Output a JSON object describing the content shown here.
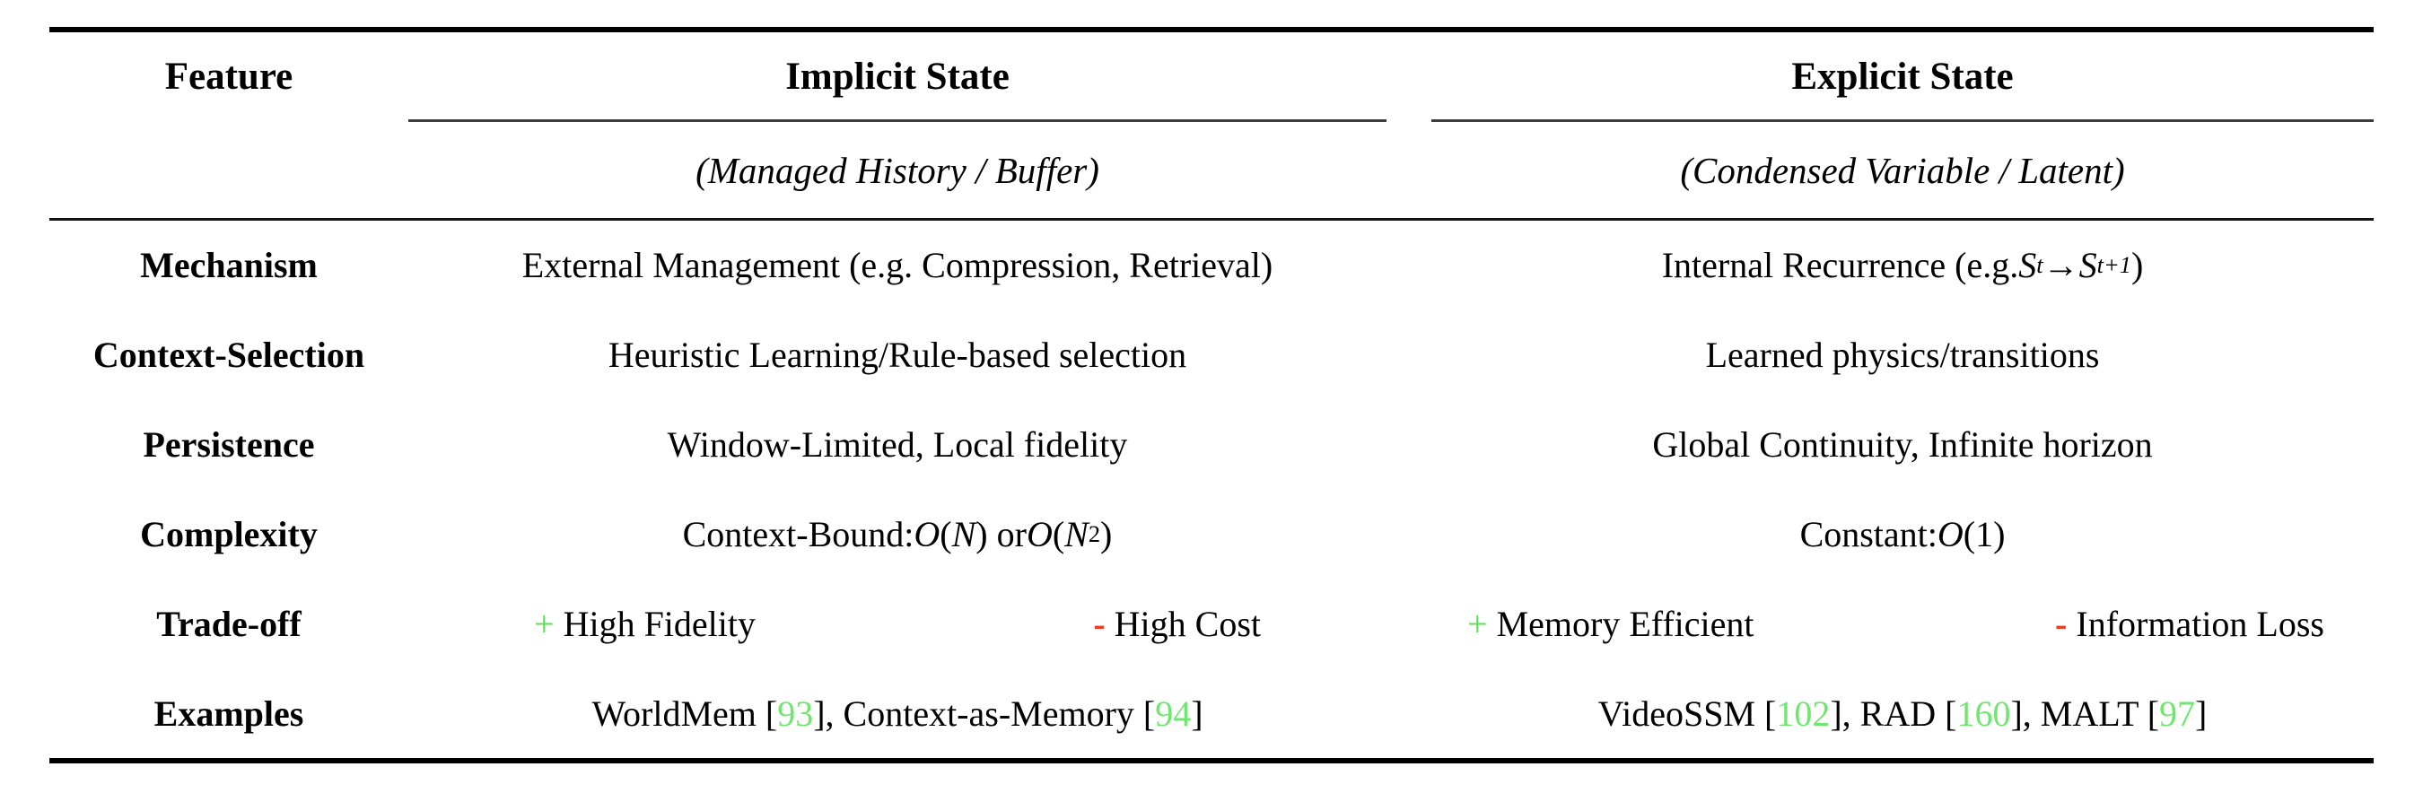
{
  "colors": {
    "plus_green": "#55e055",
    "minus_red": "#ee3b26",
    "cite_green": "#70e670"
  },
  "table": {
    "feature_header": "Feature",
    "groups": [
      {
        "title": "Implicit State",
        "subtitle": "(Managed History / Buffer)"
      },
      {
        "title": "Explicit State",
        "subtitle": "(Condensed Variable / Latent)"
      }
    ],
    "rows": [
      {
        "feature": "Mechanism",
        "implicit": [
          {
            "t": "text",
            "v": "External Management (e.g. Compression, Retrieval)"
          }
        ],
        "explicit": [
          {
            "t": "text",
            "v": "Internal Recurrence (e.g. "
          },
          {
            "t": "var",
            "v": "S"
          },
          {
            "t": "sub",
            "v": "t"
          },
          {
            "t": "text",
            "v": " → "
          },
          {
            "t": "var",
            "v": "S"
          },
          {
            "t": "sub",
            "v": "t+1"
          },
          {
            "t": "text",
            "v": ")"
          }
        ]
      },
      {
        "feature": "Context-Selection",
        "implicit": [
          {
            "t": "text",
            "v": "Heuristic Learning/Rule-based selection"
          }
        ],
        "explicit": [
          {
            "t": "text",
            "v": "Learned physics/transitions"
          }
        ]
      },
      {
        "feature": "Persistence",
        "implicit": [
          {
            "t": "text",
            "v": "Window-Limited, Local fidelity"
          }
        ],
        "explicit": [
          {
            "t": "text",
            "v": "Global Continuity, Infinite horizon"
          }
        ]
      },
      {
        "feature": "Complexity",
        "implicit": [
          {
            "t": "text",
            "v": "Context-Bound: "
          },
          {
            "t": "var",
            "v": "O"
          },
          {
            "t": "text",
            "v": "("
          },
          {
            "t": "var",
            "v": "N"
          },
          {
            "t": "text",
            "v": ") or "
          },
          {
            "t": "var",
            "v": "O"
          },
          {
            "t": "text",
            "v": "("
          },
          {
            "t": "var",
            "v": "N"
          },
          {
            "t": "sup",
            "v": "2"
          },
          {
            "t": "text",
            "v": ")"
          }
        ],
        "explicit": [
          {
            "t": "text",
            "v": "Constant: "
          },
          {
            "t": "var",
            "v": "O"
          },
          {
            "t": "text",
            "v": "(1)"
          }
        ]
      },
      {
        "feature": "Trade-off",
        "implicit_pro": [
          {
            "t": "plus",
            "v": "+"
          },
          {
            "t": "text",
            "v": " High Fidelity"
          }
        ],
        "implicit_con": [
          {
            "t": "minus",
            "v": "-"
          },
          {
            "t": "text",
            "v": " High Cost"
          }
        ],
        "explicit_pro": [
          {
            "t": "plus",
            "v": "+"
          },
          {
            "t": "text",
            "v": " Memory Efficient"
          }
        ],
        "explicit_con": [
          {
            "t": "minus",
            "v": "-"
          },
          {
            "t": "text",
            "v": " Information Loss"
          }
        ]
      },
      {
        "feature": "Examples",
        "implicit": [
          {
            "t": "text",
            "v": "WorldMem ["
          },
          {
            "t": "cite",
            "v": "93"
          },
          {
            "t": "text",
            "v": "], Context-as-Memory ["
          },
          {
            "t": "cite",
            "v": "94"
          },
          {
            "t": "text",
            "v": "]"
          }
        ],
        "explicit": [
          {
            "t": "text",
            "v": "VideoSSM ["
          },
          {
            "t": "cite",
            "v": "102"
          },
          {
            "t": "text",
            "v": "], RAD ["
          },
          {
            "t": "cite",
            "v": "160"
          },
          {
            "t": "text",
            "v": "], MALT ["
          },
          {
            "t": "cite",
            "v": "97"
          },
          {
            "t": "text",
            "v": "]"
          }
        ]
      }
    ]
  }
}
